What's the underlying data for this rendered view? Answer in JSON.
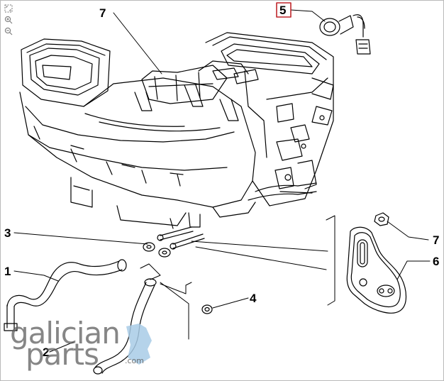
{
  "toolbar": {
    "icons": [
      "fullscreen-icon",
      "zoom-in-icon",
      "zoom-out-icon"
    ]
  },
  "callouts": {
    "c1": "1",
    "c2": "2",
    "c3": "3",
    "c4": "4",
    "c5": "5",
    "c6": "6",
    "c7_top": "7",
    "c7_right": "7"
  },
  "highlighted_callout": "5",
  "watermark": {
    "word1": "galician",
    "word2": "parts",
    "suffix": ".com"
  },
  "colors": {
    "line": "#000000",
    "highlight_box": "#c0262b",
    "watermark_text": "#5e5e5e",
    "watermark_accent": "#a8cbe6"
  }
}
